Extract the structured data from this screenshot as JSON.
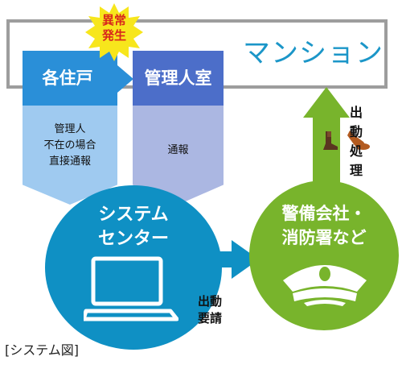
{
  "alert_badge": {
    "line1": "異常",
    "line2": "発生"
  },
  "mansion_label": "マンション",
  "residence": {
    "label": "各住戸",
    "note_lines": [
      "管理人",
      "不在の場合",
      "直接通報"
    ]
  },
  "management_office": {
    "label": "管理人室",
    "note": "通報"
  },
  "system_center": {
    "line1": "システム",
    "line2": "センター"
  },
  "security_company": {
    "line1": "警備会社・",
    "line2": "消防署など"
  },
  "dispatch_request": {
    "line1": "出動",
    "line2": "要請"
  },
  "dispatch_action": {
    "chars": [
      "出",
      "動",
      "処",
      "理"
    ]
  },
  "caption": "[システム図]",
  "colors": {
    "residence_blue": "#2a8fd8",
    "office_blue": "#4c6ec9",
    "center_blue": "#0f90c4",
    "security_green": "#78b42c",
    "alert_yellow": "#f7e61c",
    "alert_red": "#d8261c",
    "frame_gray": "#9d9d9d"
  },
  "icons": [
    "starburst-icon",
    "laptop-icon",
    "officer-cap-icon",
    "running-boots-icon"
  ]
}
